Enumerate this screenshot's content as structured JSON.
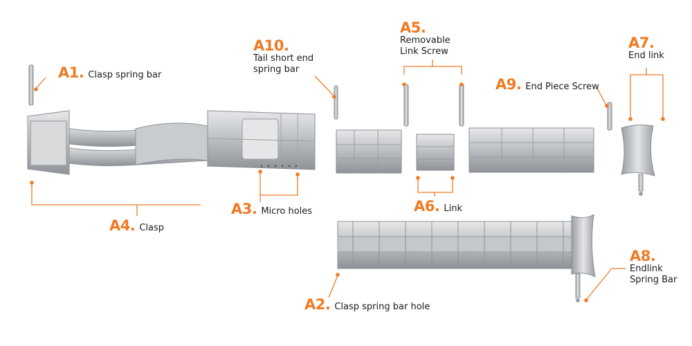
{
  "accent_color": "#ef7a22",
  "metal_color": "#b9bcbf",
  "labels": {
    "a1": {
      "code": "A1.",
      "text": "Clasp spring bar"
    },
    "a2": {
      "code": "A2.",
      "text": "Clasp spring bar hole"
    },
    "a3": {
      "code": "A3.",
      "text": "Micro holes"
    },
    "a4": {
      "code": "A4.",
      "text": "Clasp"
    },
    "a5": {
      "code": "A5.",
      "line1": "Removable",
      "line2": "Link Screw"
    },
    "a6": {
      "code": "A6.",
      "text": "Link"
    },
    "a7": {
      "code": "A7.",
      "text": "End link"
    },
    "a8": {
      "code": "A8.",
      "line1": "Endlink",
      "line2": "Spring Bar"
    },
    "a9": {
      "code": "A9.",
      "text": "End Piece Screw"
    },
    "a10": {
      "code": "A10.",
      "line1": "Tail short end",
      "line2": "spring bar"
    }
  }
}
